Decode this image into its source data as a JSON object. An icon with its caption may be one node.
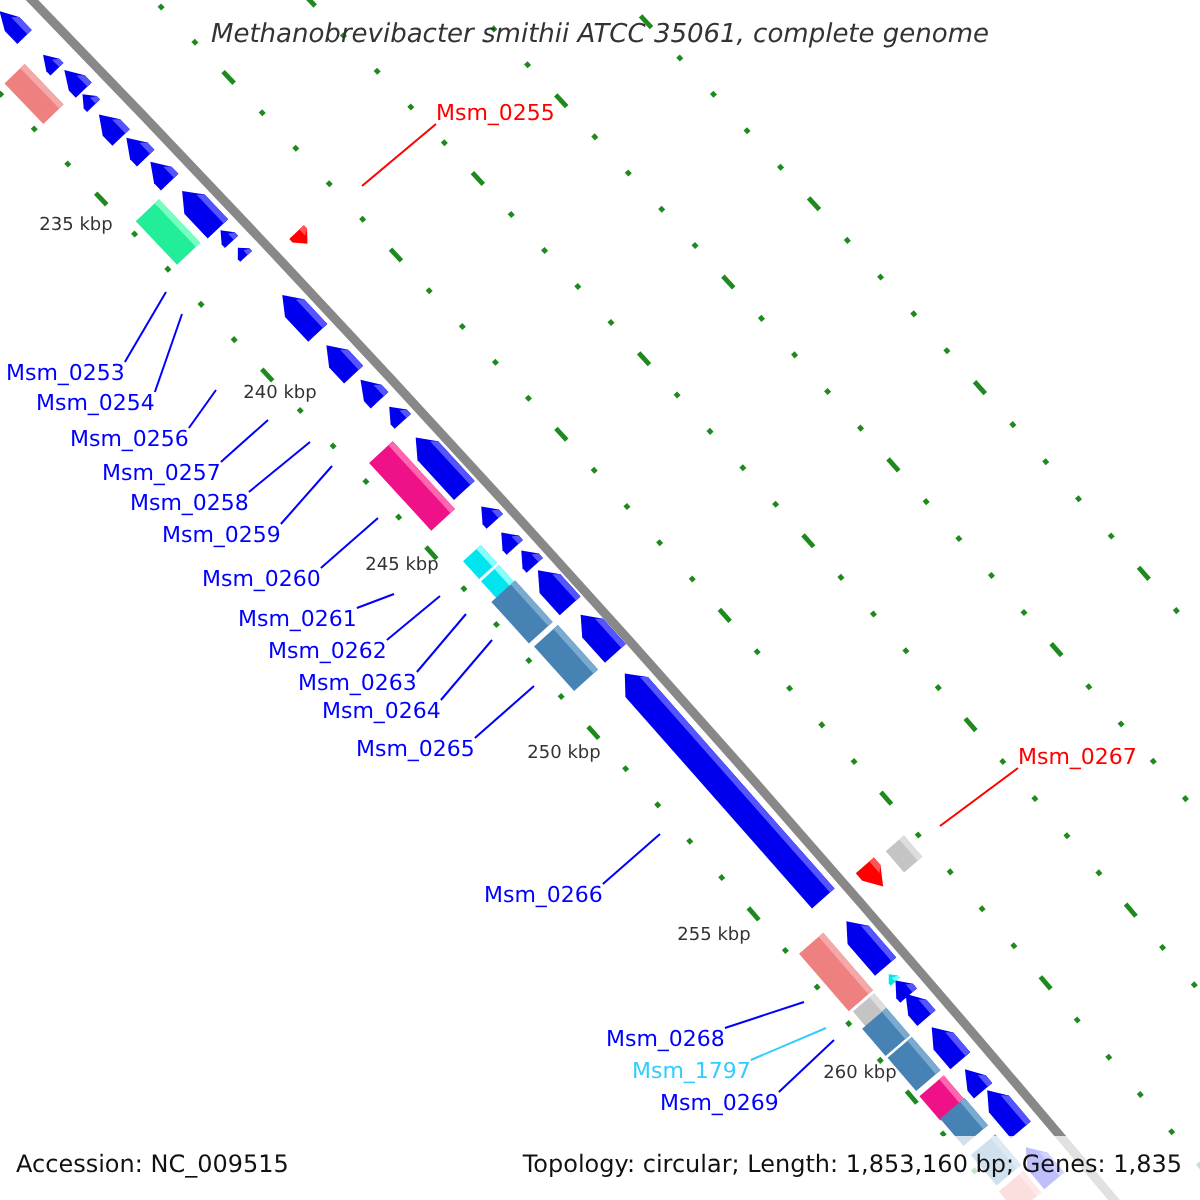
{
  "diagram": {
    "title": "Methanobrevibacter smithii ATCC 35061, complete genome",
    "nodes": [
      {
        "text": [
          "Msm_0255"
        ]
      },
      {
        "text": [
          "Msm_0253"
        ]
      },
      {
        "text": [
          "Msm_0254"
        ]
      },
      {
        "text": [
          "Msm_0256"
        ]
      },
      {
        "text": [
          "Msm_0257"
        ]
      },
      {
        "text": [
          "Msm_0258"
        ]
      },
      {
        "text": [
          "Msm_0259"
        ]
      },
      {
        "text": [
          "Msm_0260"
        ]
      },
      {
        "text": [
          "Msm_0261"
        ]
      },
      {
        "text": [
          "Msm_0262"
        ]
      },
      {
        "text": [
          "Msm_0263"
        ]
      },
      {
        "text": [
          "Msm_0264"
        ]
      },
      {
        "text": [
          "Msm_0265"
        ]
      },
      {
        "text": [
          "Msm_0267"
        ]
      },
      {
        "text": [
          "Msm_0266"
        ]
      },
      {
        "text": [
          "Msm_0268"
        ]
      },
      {
        "text": [
          "Msm_1797"
        ]
      },
      {
        "text": [
          "Msm_0269"
        ]
      }
    ],
    "edges": [
      {
        "from": 0,
        "to": null,
        "arrow": "none",
        "color": "#ff0000"
      },
      {
        "from": 1,
        "to": null,
        "arrow": "none"
      },
      {
        "from": 2,
        "to": null,
        "arrow": "none"
      },
      {
        "from": 3,
        "to": null,
        "arrow": "none"
      },
      {
        "from": 4,
        "to": null,
        "arrow": "none"
      },
      {
        "from": 5,
        "to": null,
        "arrow": "none"
      },
      {
        "from": 6,
        "to": null,
        "arrow": "none"
      },
      {
        "from": 7,
        "to": null,
        "arrow": "none"
      },
      {
        "from": 8,
        "to": null,
        "arrow": "none"
      },
      {
        "from": 9,
        "to": null,
        "arrow": "none"
      },
      {
        "from": 10,
        "to": null,
        "arrow": "none"
      },
      {
        "from": 11,
        "to": null,
        "arrow": "none"
      },
      {
        "from": 12,
        "to": null,
        "arrow": "none"
      },
      {
        "from": 13,
        "to": null,
        "arrow": "none",
        "color": "#ff0000"
      },
      {
        "from": 14,
        "to": null,
        "arrow": "none"
      },
      {
        "from": 15,
        "to": null,
        "arrow": "none"
      },
      {
        "from": 16,
        "to": null,
        "arrow": "none",
        "color": "#33ccff"
      },
      {
        "from": 17,
        "to": null,
        "arrow": "none"
      }
    ],
    "labels": [
      "235 kbp",
      "240 kbp",
      "245 kbp",
      "250 kbp",
      "255 kbp",
      "260 kbp",
      "Accession: NC_009515",
      "Topology: circular; Length: 1,853,160 bp; Genes: 1,835"
    ]
  }
}
